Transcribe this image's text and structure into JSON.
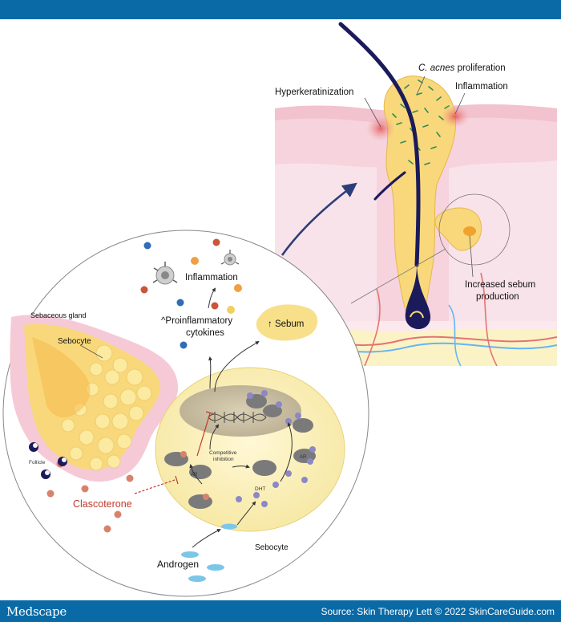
{
  "header": {
    "color": "#0a6aa6"
  },
  "footer": {
    "brand": "Medscape",
    "source": "Source: Skin Therapy Lett © 2022 SkinCareGuide.com"
  },
  "figure": {
    "follicle_labels": {
      "cacnes_italic": "C. acnes",
      "cacnes_rest": " proliferation",
      "inflammation": "Inflammation",
      "hyperkeratinization": "Hyperkeratinization",
      "sebum_line1": "Increased sebum",
      "sebum_line2": "production"
    },
    "cell_labels": {
      "inflammation": "Inflammation",
      "cytokines_line1": "^Proinflammatory",
      "cytokines_line2": "cytokines",
      "sebum": "↑ Sebum",
      "sebaceous_gland": "Sebaceous gland",
      "sebocyte_top": "Sebocyte",
      "competitive_line1": "Competitive",
      "competitive_line2": "inhibition",
      "ar1": "AR",
      "ar2": "AR",
      "dht": "DHT",
      "sebocyte_bottom": "Sebocyte",
      "androgen": "Androgen",
      "clascoterone": "Clascoterone",
      "follicle_legend": "Follicle"
    },
    "colors": {
      "skin_pink": "#f6d3dd",
      "skin_dermis": "#f9e3ea",
      "follicle_yellow": "#f8d87a",
      "hair_navy": "#1b1a5a",
      "arrow_navy": "#2c3e7a",
      "clascoterone_red": "#c0392b",
      "bacteria_green": "#2e8b57"
    }
  }
}
